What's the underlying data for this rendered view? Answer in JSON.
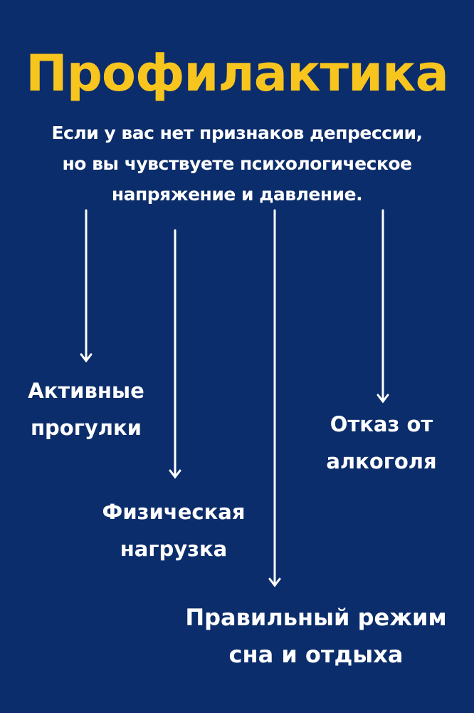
{
  "title": "Профилактика",
  "intro": [
    "Если у вас нет признаков депрессии,",
    "но вы чувствуете психологическое",
    "напряжение и  давление."
  ],
  "items": [
    {
      "lines": [
        "Активные",
        "прогулки"
      ]
    },
    {
      "lines": [
        "Физическая",
        "нагрузка"
      ]
    },
    {
      "lines": [
        "Правильный режим",
        "сна и отдыха"
      ]
    },
    {
      "lines": [
        "Отказ от",
        "алкоголя"
      ]
    }
  ],
  "colors": {
    "background": "#0c2d6b",
    "title": "#f7c51e",
    "text": "#ffffff"
  }
}
